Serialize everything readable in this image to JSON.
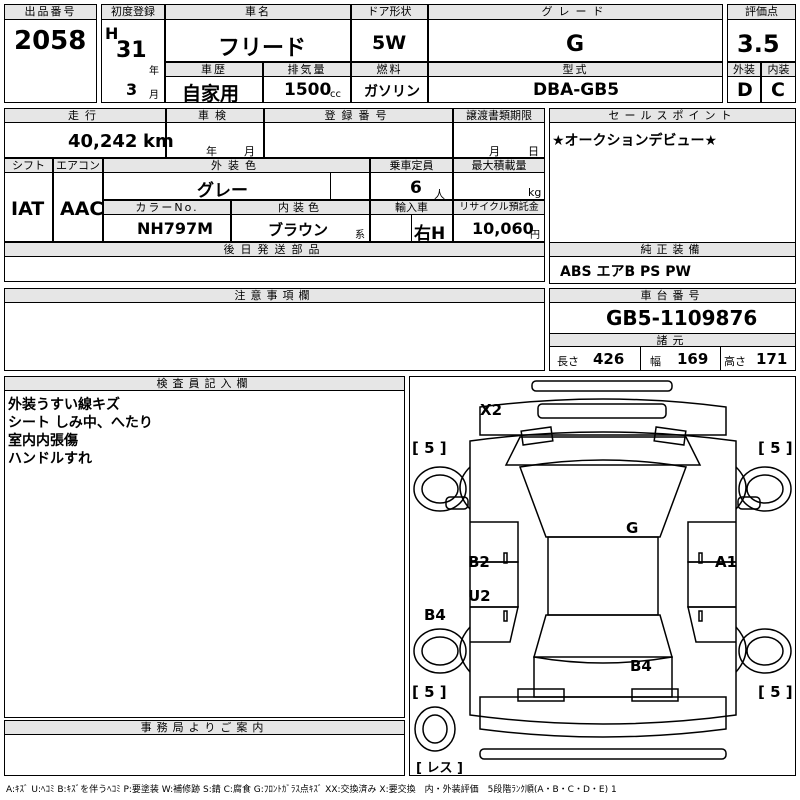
{
  "header": {
    "lot_no_label": "出品番号",
    "lot_no": "2058",
    "first_reg_label": "初度登録",
    "era": "H",
    "year": "31",
    "year_unit": "年",
    "month": "3",
    "month_unit": "月",
    "car_name_label": "車名",
    "car_name": "フリード",
    "door_label": "ドア形状",
    "door": "5W",
    "grade_label": "グレード",
    "grade": "G",
    "score_label": "評価点",
    "score": "3.5",
    "history_label": "車歴",
    "history": "自家用",
    "displacement_label": "排気量",
    "displacement": "1500",
    "displacement_unit": "cc",
    "fuel_label": "燃料",
    "fuel": "ガソリン",
    "model_label": "型式",
    "model": "DBA-GB5",
    "ext_label": "外装",
    "ext": "D",
    "int_label": "内装",
    "int": "C"
  },
  "row2": {
    "mileage_label": "走行",
    "mileage": "40,242",
    "mileage_unit": "km",
    "inspection_label": "車検",
    "ins_year_unit": "年",
    "ins_month_unit": "月",
    "reg_no_label": "登録番号",
    "transfer_label": "譲渡書類期限",
    "tr_month_unit": "月",
    "tr_day_unit": "日",
    "shift_label": "シフト",
    "shift": "IAT",
    "ac_label": "エアコン",
    "ac": "AAC",
    "color_label": "外装色",
    "color": "グレー",
    "capacity_label": "乗車定員",
    "capacity": "6",
    "capacity_unit": "人",
    "maxload_label": "最大積載量",
    "maxload_unit": "kg",
    "color_no_label": "カラーNo.",
    "color_no": "NH797M",
    "interior_color_label": "内装色",
    "interior_color": "ブラウン",
    "interior_color_unit": "系",
    "import_label": "輸入車",
    "handle": "右H",
    "recycle_label": "リサイクル預託金",
    "recycle": "10,060",
    "recycle_unit": "円",
    "later_parts_label": "後日発送部品"
  },
  "sales": {
    "label": "セールスポイント",
    "text": "★オークションデビュー★"
  },
  "equipment": {
    "label": "純正装備",
    "text": "ABS エアB PS PW"
  },
  "notes": {
    "label": "注意事項欄"
  },
  "chassis": {
    "label": "車台番号",
    "value": "GB5-1109876"
  },
  "specs": {
    "label": "諸元",
    "length_label": "長さ",
    "length": "426",
    "width_label": "幅",
    "width": "169",
    "height_label": "高さ",
    "height": "171"
  },
  "inspector": {
    "label": "検査員記入欄",
    "lines": [
      "外装うすい線キズ",
      "シート しみ中、へたり",
      "室内内張傷",
      "ハンドルすれ"
    ]
  },
  "office": {
    "label": "事務局よりご案内"
  },
  "diagram": {
    "marks": [
      "X2",
      "G",
      "B2",
      "A1",
      "U2",
      "B4",
      "B4"
    ],
    "tires": [
      "5",
      "5",
      "5",
      "5"
    ],
    "spare": "レス"
  },
  "legend": "A:ｷｽﾞ U:ﾍｺﾐ B:ｷｽﾞを伴うﾍｺﾐ P:要塗装 W:補修跡 S:錆 C:腐食 G:ﾌﾛﾝﾄｶﾞﾗｽ点ｷｽﾞ XX:交換済み X:要交換　内・外装評価　5段階ﾗﾝｸ順(A・B・C・D・E) 1"
}
